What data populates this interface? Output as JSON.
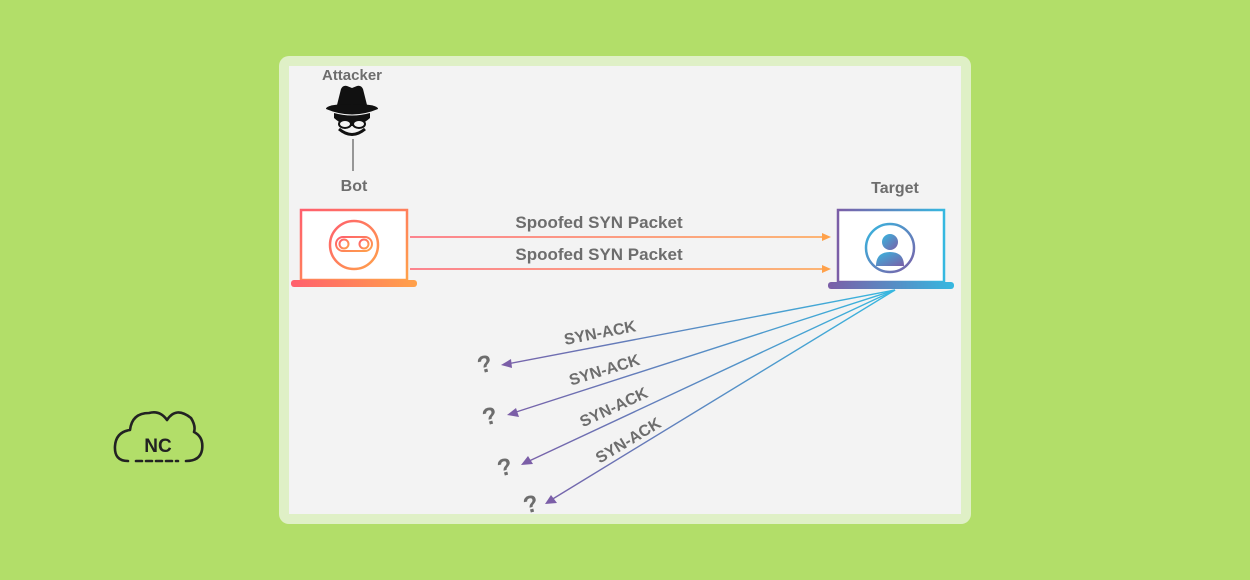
{
  "logo": {
    "text": "NC"
  },
  "diagram": {
    "attacker_label": "Attacker",
    "bot_label": "Bot",
    "target_label": "Target",
    "packets": [
      {
        "label": "Spoofed SYN Packet"
      },
      {
        "label": "Spoofed SYN Packet"
      }
    ],
    "responses": [
      {
        "label": "SYN-ACK",
        "unknown": "?"
      },
      {
        "label": "SYN-ACK",
        "unknown": "?"
      },
      {
        "label": "SYN-ACK",
        "unknown": "?"
      },
      {
        "label": "SYN-ACK",
        "unknown": "?"
      }
    ]
  },
  "colors": {
    "background": "#b2de69",
    "bot_gradient": [
      "#ff5f6d",
      "#ffa14a"
    ],
    "target_gradient": [
      "#7b5ea7",
      "#36b8e0"
    ],
    "label_gray": "#6d6d6d"
  },
  "icons": [
    "attacker-spy-icon",
    "bot-robot-icon",
    "target-user-icon",
    "nc-cloud-logo-icon"
  ]
}
